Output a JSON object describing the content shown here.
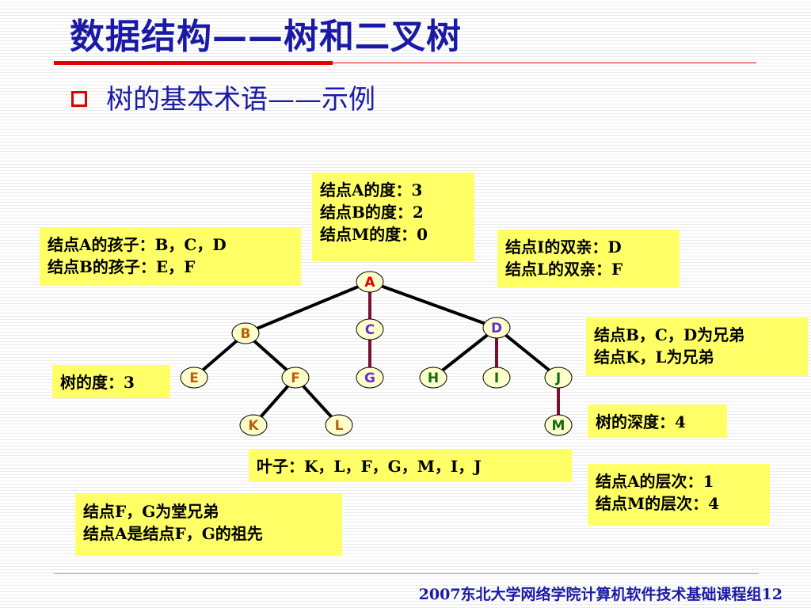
{
  "title": "数据结构——树和二叉树",
  "subtitle": "树的基本术语——示例",
  "nodes": [
    {
      "id": "A",
      "color": "#e00000"
    },
    {
      "id": "B",
      "color": "#b8610a"
    },
    {
      "id": "C",
      "color": "#6a2bd9"
    },
    {
      "id": "D",
      "color": "#6a2bd9"
    },
    {
      "id": "E",
      "color": "#b8610a"
    },
    {
      "id": "F",
      "color": "#b8610a"
    },
    {
      "id": "G",
      "color": "#6a2bd9"
    },
    {
      "id": "H",
      "color": "#116d11"
    },
    {
      "id": "I",
      "color": "#116d11"
    },
    {
      "id": "J",
      "color": "#116d11"
    },
    {
      "id": "K",
      "color": "#b8610a"
    },
    {
      "id": "L",
      "color": "#b8610a"
    },
    {
      "id": "M",
      "color": "#116d11"
    }
  ],
  "edges": [
    {
      "from": "A",
      "to": "B",
      "color": "#000000"
    },
    {
      "from": "A",
      "to": "C",
      "color": "#7a1030"
    },
    {
      "from": "A",
      "to": "D",
      "color": "#000000"
    },
    {
      "from": "B",
      "to": "E",
      "color": "#000000"
    },
    {
      "from": "B",
      "to": "F",
      "color": "#000000"
    },
    {
      "from": "C",
      "to": "G",
      "color": "#7a1030"
    },
    {
      "from": "D",
      "to": "H",
      "color": "#000000"
    },
    {
      "from": "D",
      "to": "I",
      "color": "#7a1030"
    },
    {
      "from": "D",
      "to": "J",
      "color": "#000000"
    },
    {
      "from": "F",
      "to": "K",
      "color": "#000000"
    },
    {
      "from": "F",
      "to": "L",
      "color": "#000000"
    },
    {
      "from": "J",
      "to": "M",
      "color": "#7a1030"
    }
  ],
  "node_fill": "#ffffcc",
  "note_color": "#ffff66",
  "notes": {
    "degree_nodes": [
      "结点A的度：3",
      "结点B的度：2",
      "结点M的度：0"
    ],
    "children": [
      "结点A的孩子：B，C，D",
      "结点B的孩子：E，F"
    ],
    "parents": [
      "结点I的双亲：D",
      "结点L的双亲：F"
    ],
    "siblings": [
      "结点B，C，D为兄弟",
      "结点K，L为兄弟"
    ],
    "tree_degree": [
      "树的度：3"
    ],
    "tree_depth": [
      "树的深度：4"
    ],
    "leaves": [
      "叶子：K，L，F，G，M，I，J"
    ],
    "levels": [
      "结点A的层次：1",
      "结点M的层次：4"
    ],
    "cousins": [
      "结点F，G为堂兄弟",
      "结点A是结点F，G的祖先"
    ]
  },
  "footer": "2007东北大学网络学院计算机软件技术基础课程组12"
}
